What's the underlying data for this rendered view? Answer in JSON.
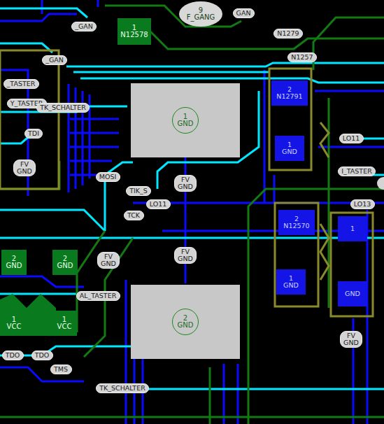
{
  "diagram": {
    "nodes": [
      {
        "text": [
          "9",
          "F_GANG"
        ]
      },
      {
        "text": [
          "GAN"
        ]
      },
      {
        "text": [
          "_GAN"
        ]
      },
      {
        "text": [
          "1",
          "N12578"
        ]
      },
      {
        "text": [
          "N1279"
        ]
      },
      {
        "text": [
          "N1257"
        ]
      },
      {
        "text": [
          "_GAN"
        ]
      },
      {
        "text": [
          "_TASTER"
        ]
      },
      {
        "text": [
          "Y_TASTER"
        ]
      },
      {
        "text": [
          "TK_SCHALTER"
        ]
      },
      {
        "text": [
          "1",
          "GND"
        ]
      },
      {
        "text": [
          "2",
          "N12791"
        ]
      },
      {
        "text": [
          "1",
          "GND"
        ]
      },
      {
        "text": [
          "TDI"
        ]
      },
      {
        "text": [
          "LO11"
        ]
      },
      {
        "text": [
          "FV",
          "GND"
        ]
      },
      {
        "text": [
          "MOSI"
        ]
      },
      {
        "text": [
          "TIK_S"
        ]
      },
      {
        "text": [
          "FV",
          "GND"
        ]
      },
      {
        "text": [
          "LO11"
        ]
      },
      {
        "text": [
          "TCK"
        ]
      },
      {
        "text": [
          "I_TASTER"
        ]
      },
      {
        "text": [
          "LO13"
        ]
      },
      {
        "text": [
          "2",
          "N12570"
        ]
      },
      {
        "text": [
          "1"
        ]
      },
      {
        "text": [
          "2",
          "GND"
        ]
      },
      {
        "text": [
          "2",
          "GND"
        ]
      },
      {
        "text": [
          "FV",
          "GND"
        ]
      },
      {
        "text": [
          "FV",
          "GND"
        ]
      },
      {
        "text": [
          "1",
          "GND"
        ]
      },
      {
        "text": [
          "GND"
        ]
      },
      {
        "text": [
          "AL_TASTER"
        ]
      },
      {
        "text": [
          "2",
          "GND"
        ]
      },
      {
        "text": [
          "1",
          "VCC"
        ]
      },
      {
        "text": [
          "1",
          "VCC"
        ]
      },
      {
        "text": [
          "FV",
          "GND"
        ]
      },
      {
        "text": [
          "TDO"
        ]
      },
      {
        "text": [
          "TDO"
        ]
      },
      {
        "text": [
          "TMS"
        ]
      },
      {
        "text": [
          "TK_SCHALTER"
        ]
      }
    ]
  }
}
